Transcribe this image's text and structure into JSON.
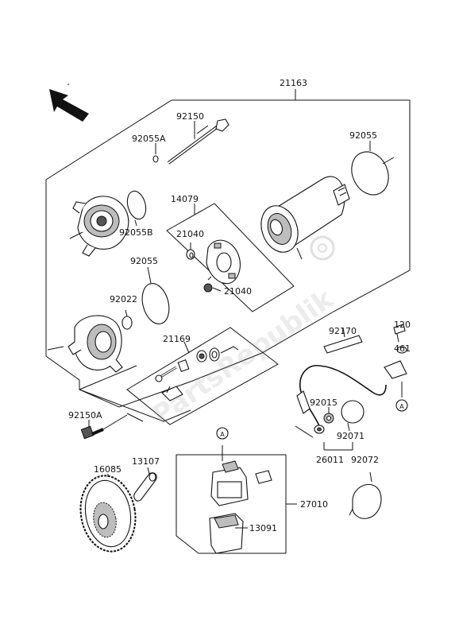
{
  "labels": {
    "p21163": "21163",
    "p92150": "92150",
    "p92055a": "92055A",
    "p92055_top": "92055",
    "p92055b": "92055B",
    "p14079": "14079",
    "p21040_a": "21040",
    "p21040_b": "21040",
    "p92055_mid": "92055",
    "p92022": "92022",
    "p21169": "21169",
    "p92170": "92170",
    "p120": "120",
    "p461": "461",
    "p92015": "92015",
    "p92071": "92071",
    "p92150a": "92150A",
    "p16085": "16085",
    "p13107": "13107",
    "p26011": "26011",
    "p92072": "92072",
    "p27010": "27010",
    "p13091": "13091",
    "ref_a_left": "A",
    "ref_a_right": "A"
  },
  "watermark": "PartsRepublik",
  "icons": [
    "arrow-direction-icon",
    "gear-watermark-icon"
  ]
}
